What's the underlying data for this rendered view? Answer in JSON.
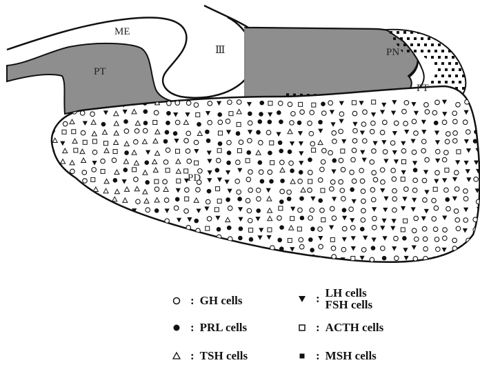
{
  "regions": {
    "me": "ME",
    "third_ventricle": "Ⅲ",
    "pt_left": "PT",
    "pn": "PN",
    "pt_right": "PT",
    "pd": "PD"
  },
  "colors": {
    "shaded_tissue": "#8e8e8e",
    "outline": "#111111",
    "background": "#ffffff"
  },
  "legend": [
    {
      "icon": "open-circle-icon",
      "labels": [
        "GH cells"
      ]
    },
    {
      "icon": "filled-triangle-down-icon",
      "labels": [
        "LH cells",
        "FSH cells"
      ]
    },
    {
      "icon": "filled-circle-icon",
      "labels": [
        "PRL cells"
      ]
    },
    {
      "icon": "open-square-icon",
      "labels": [
        "ACTH cells"
      ]
    },
    {
      "icon": "open-triangle-icon",
      "labels": [
        "TSH cells"
      ]
    },
    {
      "icon": "filled-square-icon",
      "labels": [
        "MSH cells"
      ]
    }
  ],
  "separator": ":"
}
